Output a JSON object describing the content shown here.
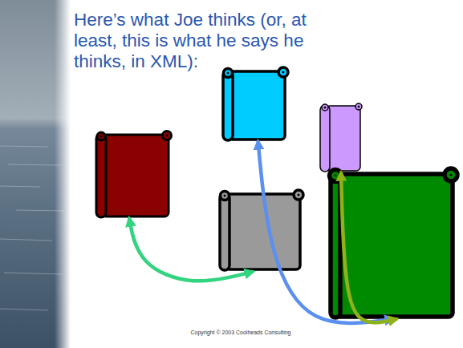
{
  "diagram": {
    "title": "Here’s what Joe thinks (or, at least, this is what he says he thinks, in XML):",
    "nodes": [
      {
        "text": []
      },
      {
        "text": []
      },
      {
        "text": []
      },
      {
        "text": []
      },
      {
        "text": []
      }
    ],
    "edges": [
      {
        "from": 2,
        "to": 3,
        "arrow": "both"
      },
      {
        "from": 0,
        "to": 4,
        "arrow": "both"
      },
      {
        "from": 1,
        "to": 4,
        "arrow": "both"
      }
    ],
    "labels": [
      "Copyright © 2003 Coolheads Consulting"
    ]
  }
}
